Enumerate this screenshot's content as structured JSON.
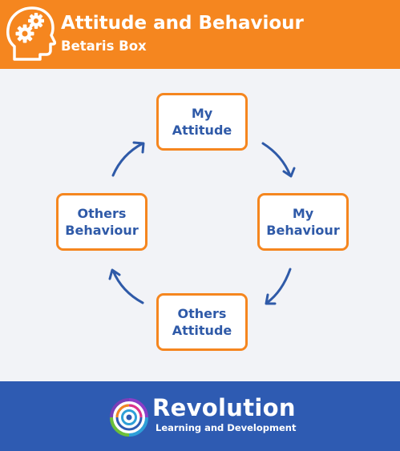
{
  "header": {
    "title": "Attitude and Behaviour",
    "subtitle": "Betaris Box",
    "icon": "head-with-gears-icon",
    "background_color": "#f5861f"
  },
  "cycle": {
    "nodes": [
      {
        "id": "top",
        "label": "My\nAttitude"
      },
      {
        "id": "right",
        "label": "My\nBehaviour"
      },
      {
        "id": "bottom",
        "label": "Others\nAttitude"
      },
      {
        "id": "left",
        "label": "Others\nBehaviour"
      }
    ],
    "direction": "clockwise",
    "border_color": "#f5861f",
    "text_color": "#2f5aa8",
    "arrow_color": "#2f5aa8"
  },
  "footer": {
    "brand": "Revolution",
    "tagline": "Learning and Development",
    "logo_icon": "concentric-rings-logo-icon",
    "background_color": "#2e5bb2"
  }
}
